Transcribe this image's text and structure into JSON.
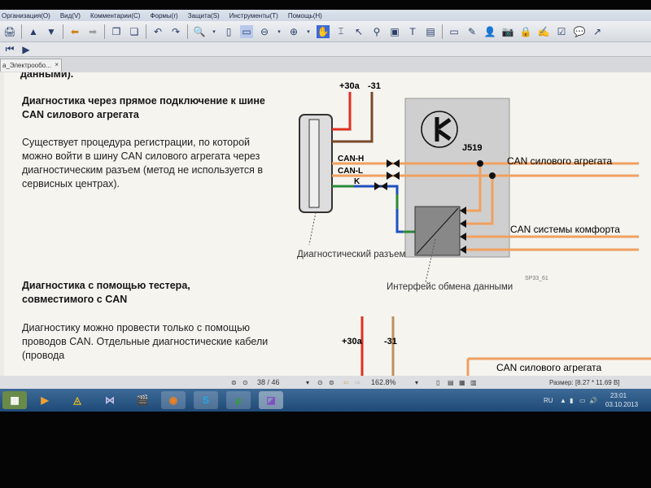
{
  "menu": [
    "Организация(O)",
    "Вид(V)",
    "Комментарии(C)",
    "Формы(r)",
    "Защита(S)",
    "Инструменты(T)",
    "Помощь(H)"
  ],
  "tab": {
    "title": "a_Электрообо...",
    "close": "×"
  },
  "document": {
    "top_fragment": "данными).",
    "section1_heading": "Диагностика через прямое подключение к шине CAN силового агрегата",
    "section1_text": "Существует процедура регистрации, по которой можно войти в шину CAN силового агрегата через диагностическим разъем (метод не используется в сервисных центрах).",
    "section2_heading": "Диагностика с помощью тестера, совместимого с CAN",
    "section2_text": "Диагностику можно провести только с помощью проводов CAN. Отдельные диагностические кабели (провода",
    "diagram": {
      "plus30a": "+30a",
      "minus31": "-31",
      "can_h": "CAN-H",
      "can_l": "CAN-L",
      "k": "K",
      "j519": "J519",
      "can_power": "CAN силового агрегата",
      "can_comfort": "CAN системы комфорта",
      "diag_connector": "Диагностический разъем",
      "interface": "Интерфейс обмена данными",
      "ref": "SP33_61"
    },
    "diagram2": {
      "plus30a": "+30a",
      "minus31": "-31",
      "can_power": "CAN силового агрегата"
    }
  },
  "status": {
    "page": "38 / 46",
    "zoom": "162.8%",
    "size": "Размер: [8.27 * 11.69 B]"
  },
  "tray": {
    "lang": "RU",
    "time": "23:01",
    "date": "03.10.2013"
  },
  "colors": {
    "red": "#e03020",
    "brown": "#7a4a2a",
    "orange": "#f0a060",
    "green": "#2a8a3a",
    "blue": "#2050c0"
  }
}
